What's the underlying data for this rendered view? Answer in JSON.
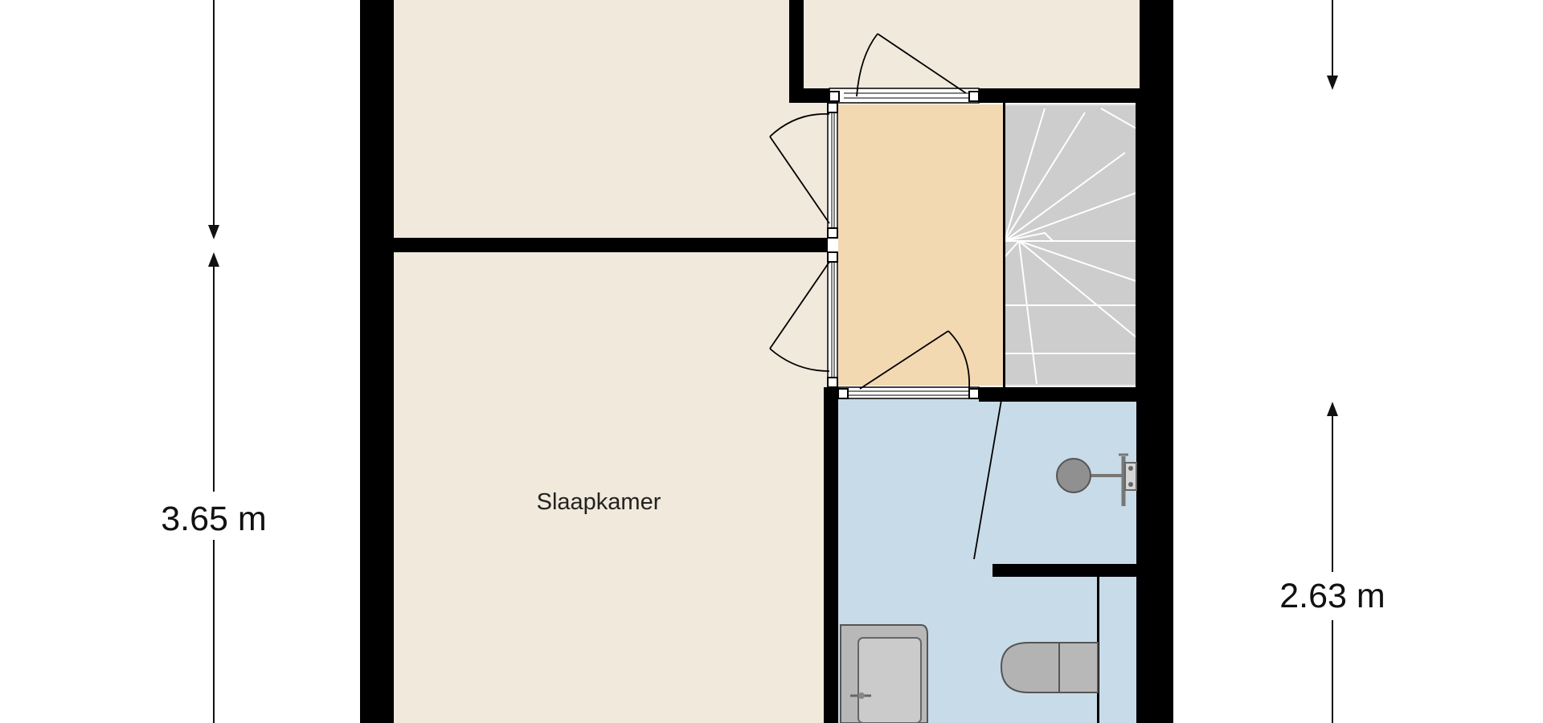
{
  "floorplan": {
    "rooms": [
      {
        "id": "slaapkamer-top",
        "label": ""
      },
      {
        "id": "slaapkamer-main",
        "label": "Slaapkamer"
      },
      {
        "id": "room-top-right",
        "label": ""
      },
      {
        "id": "hall",
        "label": ""
      },
      {
        "id": "stairs",
        "label": ""
      },
      {
        "id": "bathroom",
        "label": ""
      }
    ],
    "dimensions": {
      "left": "3.65 m",
      "right": "2.63 m"
    },
    "colors": {
      "wall": "#000000",
      "bedroom_floor": "#f0e9dc",
      "hall_floor": "#f2d9b2",
      "bathroom_floor": "#c8dbe8",
      "stairs": "#cfcfcf",
      "fixtures": "#b4b4b4"
    },
    "fixtures": [
      "sink",
      "toilet",
      "shower",
      "staircase"
    ]
  }
}
